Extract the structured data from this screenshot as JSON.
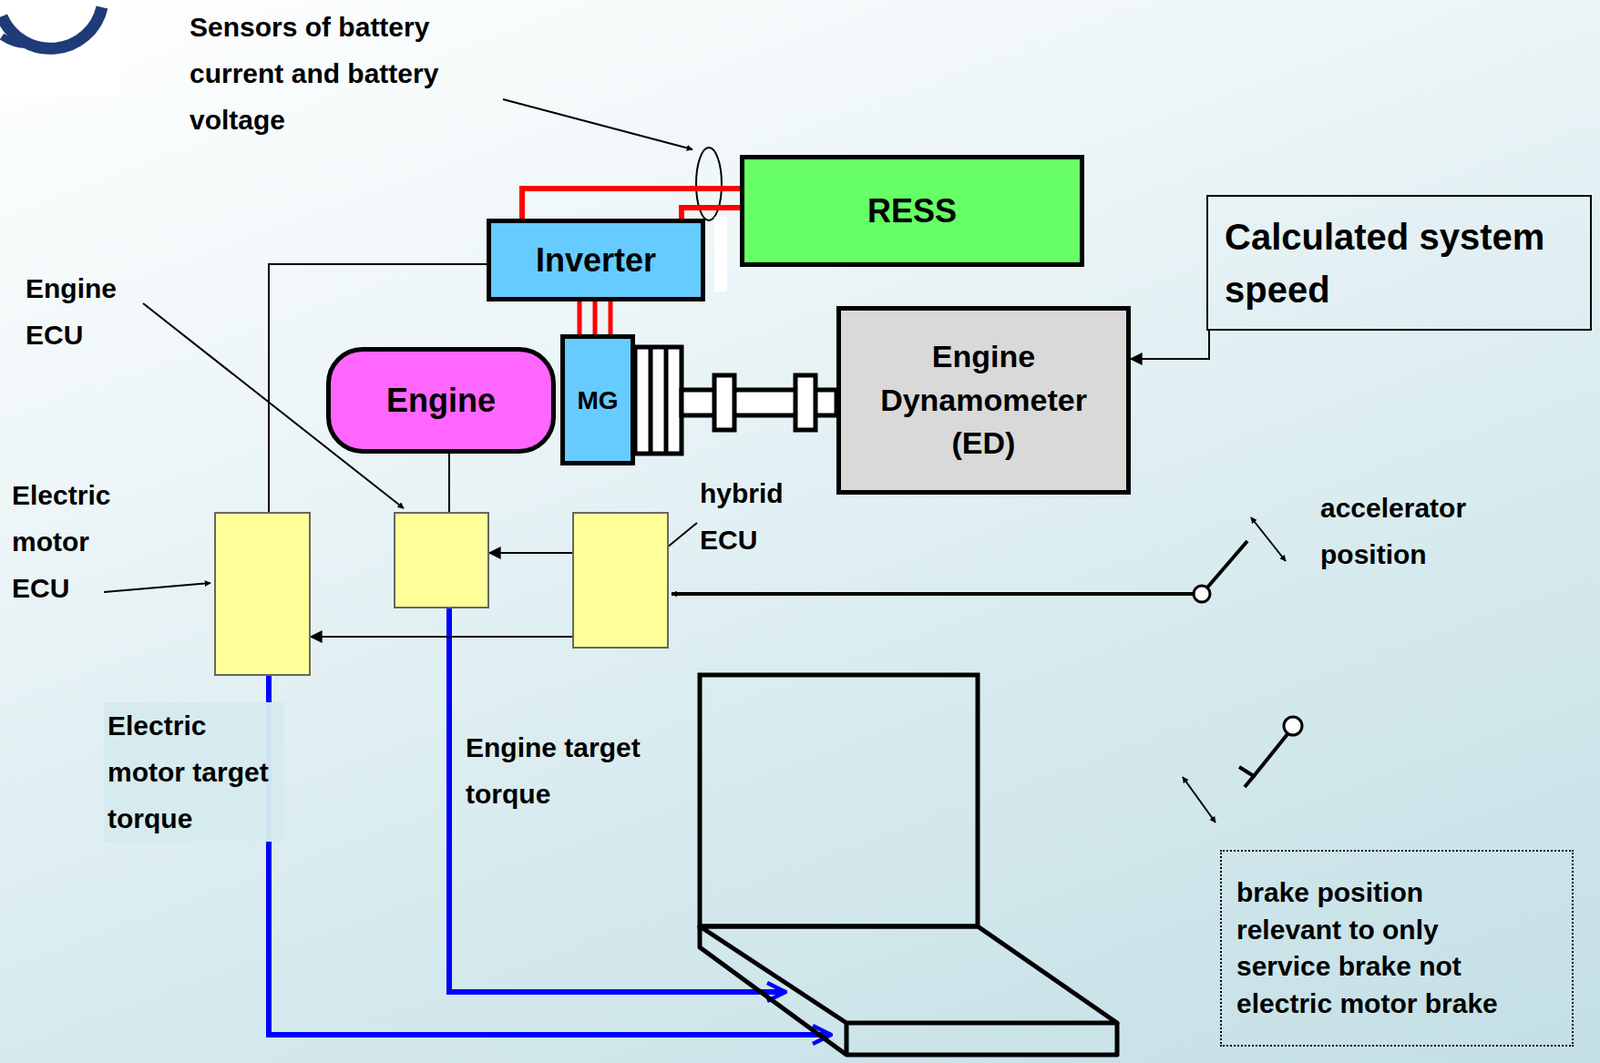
{
  "diagram": {
    "nodes": [
      {
        "text": [
          "RESS"
        ]
      },
      {
        "text": [
          "Calculated system speed"
        ]
      },
      {
        "text": [
          "Inverter"
        ]
      },
      {
        "text": [
          "Engine"
        ]
      },
      {
        "text": [
          "MG"
        ]
      },
      {
        "text": [
          "Engine Dynamometer (ED)"
        ]
      },
      {
        "text": [
          "Electric motor ECU"
        ]
      },
      {
        "text": [
          "Engine ECU"
        ]
      },
      {
        "text": [
          "hybrid ECU"
        ]
      },
      {
        "text": [
          "brake position relevant to only service brake not electric motor brake"
        ]
      }
    ],
    "edges": [
      {
        "from": 2,
        "to": 0,
        "arrow": "none"
      },
      {
        "from": 2,
        "to": 0,
        "arrow": "none"
      },
      {
        "from": 2,
        "to": 4,
        "arrow": "none"
      },
      {
        "from": 2,
        "to": 4,
        "arrow": "none"
      },
      {
        "from": 2,
        "to": 4,
        "arrow": "none"
      },
      {
        "from": 6,
        "to": 2,
        "arrow": "none"
      },
      {
        "from": 7,
        "to": 3,
        "arrow": "none"
      },
      {
        "from": 8,
        "to": 7,
        "arrow": "to"
      },
      {
        "from": 8,
        "to": 6,
        "arrow": "to"
      },
      {
        "from": 1,
        "to": 5,
        "arrow": "to"
      }
    ],
    "labels": [
      "Sensors of battery current and battery voltage",
      "accelerator position",
      "Electric motor target torque",
      "Engine target torque"
    ]
  }
}
